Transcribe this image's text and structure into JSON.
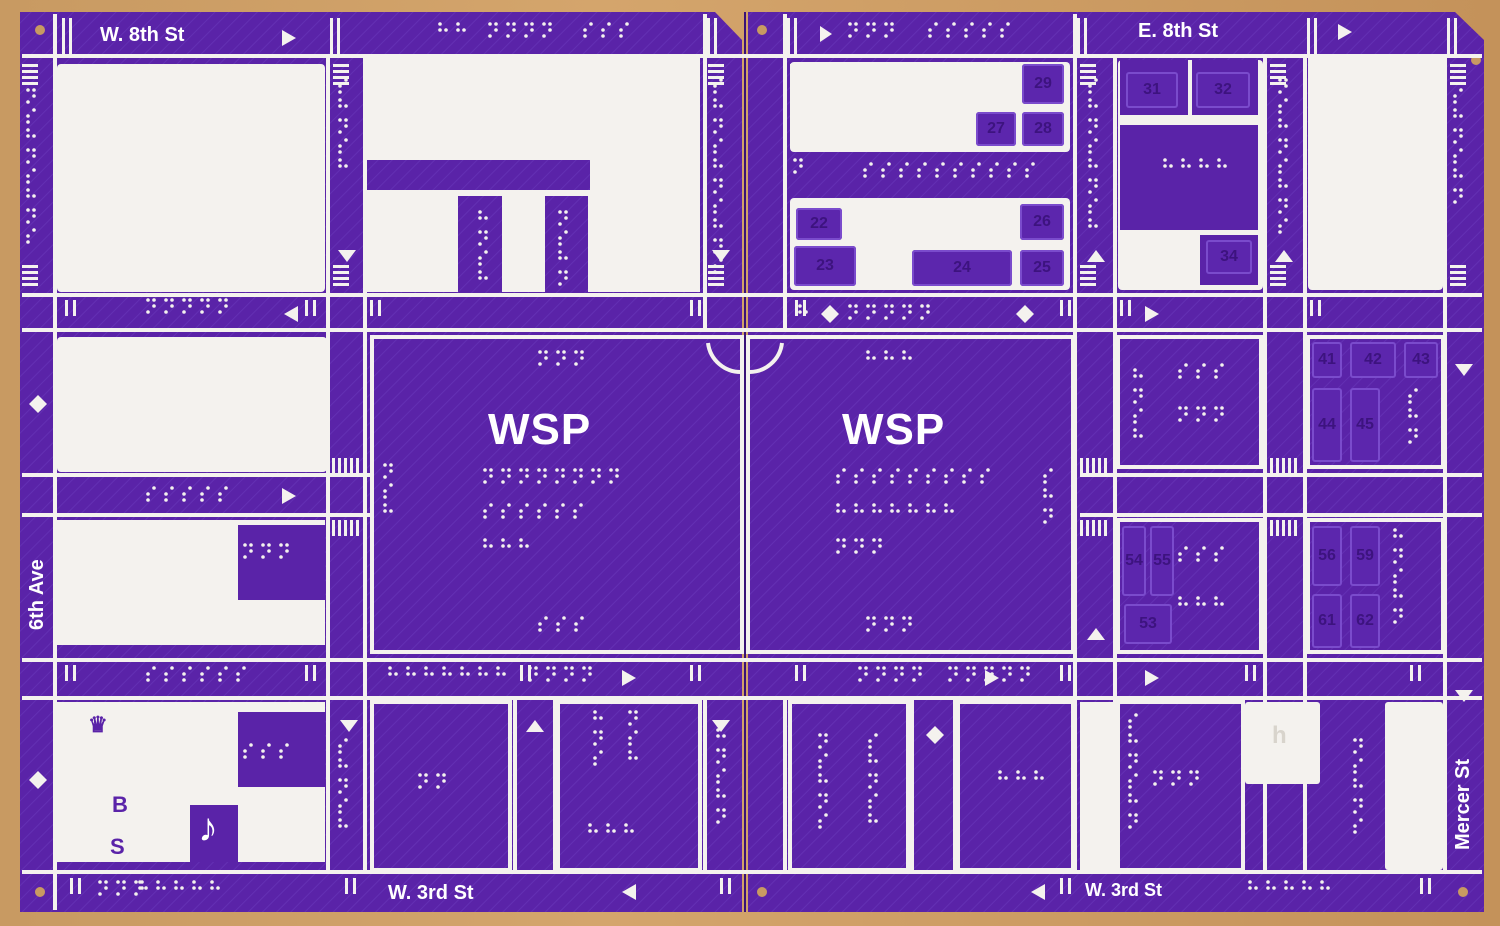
{
  "board": {
    "colors": {
      "board": "#5a23a8",
      "board_dark": "#4c1a93",
      "raised": "#f4f2ee",
      "table": "#c89a62"
    }
  },
  "labels": {
    "north_left": "W. 8th St",
    "north_right": "E. 8th St",
    "south_left": "W. 3rd St",
    "south_right": "W. 3rd St",
    "west": "6th Ave",
    "east": "Mercer St",
    "park_left": "WSP",
    "park_right": "WSP"
  },
  "building_numbers": [
    "22",
    "23",
    "24",
    "25",
    "26",
    "27",
    "28",
    "29",
    "31",
    "32",
    "34",
    "41",
    "42",
    "43",
    "44",
    "45",
    "53",
    "54",
    "55",
    "56",
    "59",
    "61",
    "62"
  ],
  "legend_letters": {
    "b": "B",
    "s": "S",
    "note": "♪",
    "crown": "♛",
    "h": "h"
  },
  "icons": [
    "arrow-right-icon",
    "arrow-left-icon",
    "arrow-up-icon",
    "arrow-down-icon",
    "diamond-icon",
    "braille-dots"
  ]
}
